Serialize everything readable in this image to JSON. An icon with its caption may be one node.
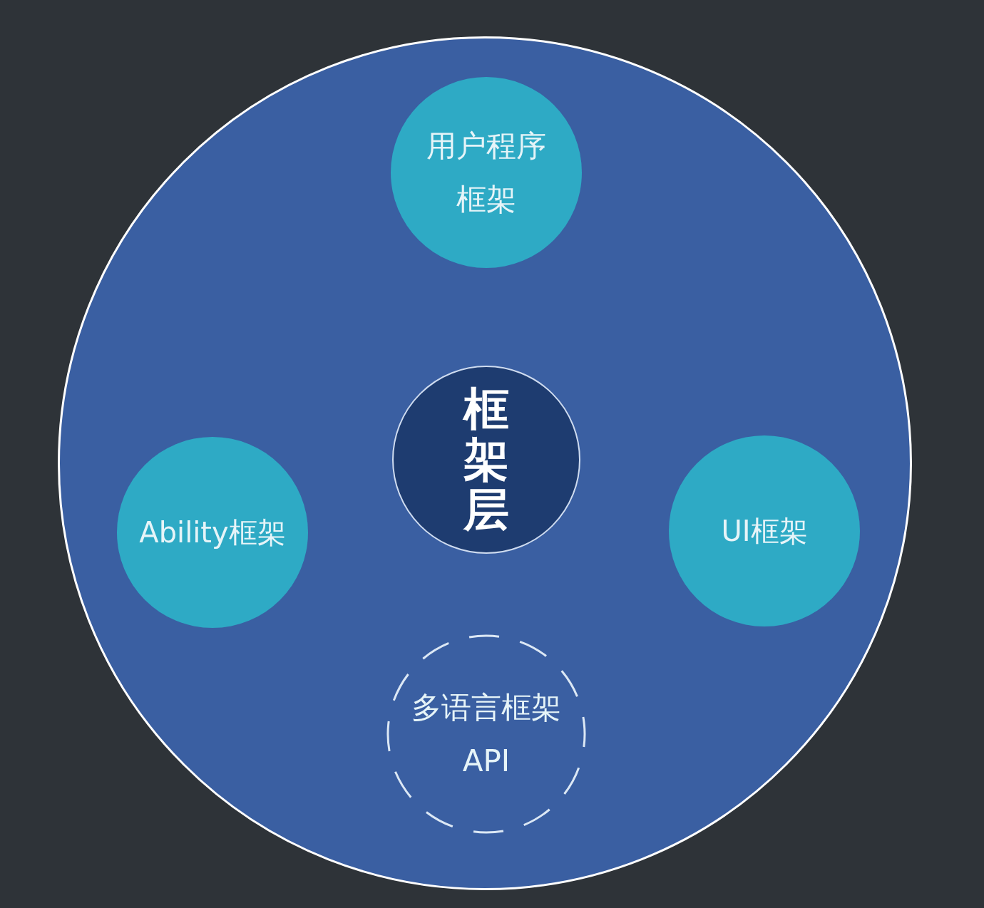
{
  "diagram": {
    "nodes": [
      {
        "text": [],
        "shape": "circle"
      },
      {
        "text": [
          "用户程序框架"
        ],
        "in": 0
      },
      {
        "text": [
          "框架层"
        ],
        "in": 0
      },
      {
        "text": [
          "Ability框架"
        ],
        "in": 0
      },
      {
        "text": [
          "UI框架"
        ],
        "in": 0
      },
      {
        "text": [
          "多语言框架API"
        ],
        "in": 0
      }
    ]
  }
}
